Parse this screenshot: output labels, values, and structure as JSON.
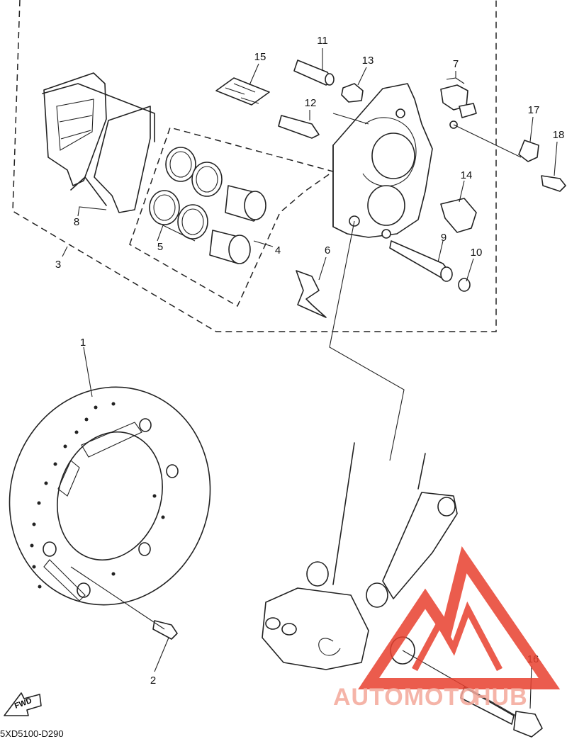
{
  "diagram": {
    "drawing_code": "5XD5100-D290",
    "fwd_label": "FWD",
    "callouts": [
      "1",
      "2",
      "3",
      "4",
      "5",
      "6",
      "7",
      "8",
      "9",
      "10",
      "11",
      "12",
      "13",
      "14",
      "15",
      "16",
      "17",
      "18"
    ]
  },
  "watermark": {
    "text_part1": "AUTOMOTO",
    "text_part2": "HUB",
    "color_primary": "#e8402f",
    "color_secondary": "#f4a79a"
  }
}
